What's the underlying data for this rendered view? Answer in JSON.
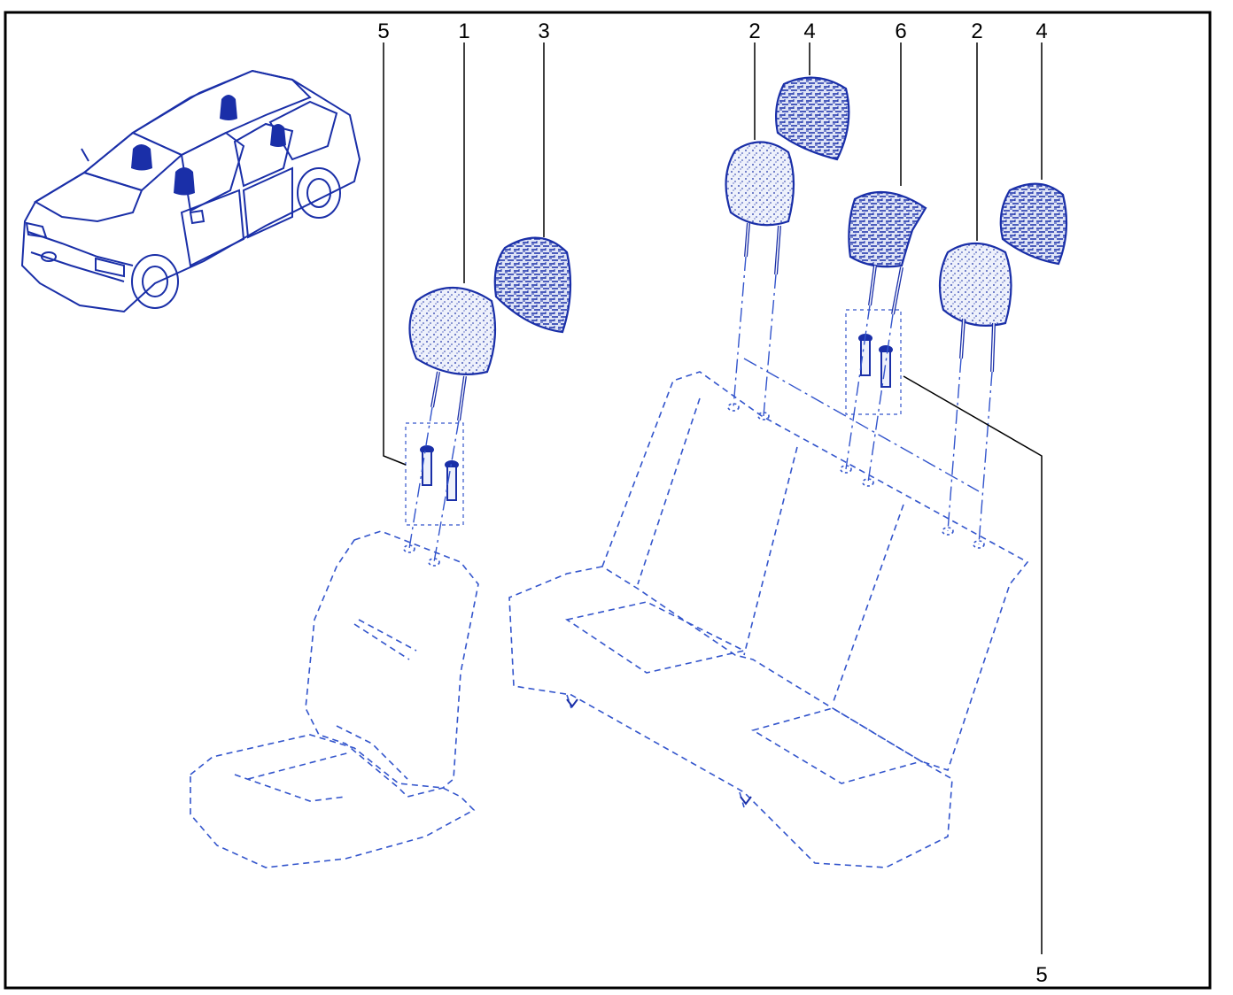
{
  "diagram": {
    "frame_color": "#000000",
    "line_color": "#1a2fa8",
    "callouts": [
      {
        "id": "c5a",
        "label": "5"
      },
      {
        "id": "c1",
        "label": "1"
      },
      {
        "id": "c3",
        "label": "3"
      },
      {
        "id": "c2a",
        "label": "2"
      },
      {
        "id": "c4a",
        "label": "4"
      },
      {
        "id": "c6",
        "label": "6"
      },
      {
        "id": "c2b",
        "label": "2"
      },
      {
        "id": "c4b",
        "label": "4"
      },
      {
        "id": "c5b",
        "label": "5"
      }
    ]
  }
}
